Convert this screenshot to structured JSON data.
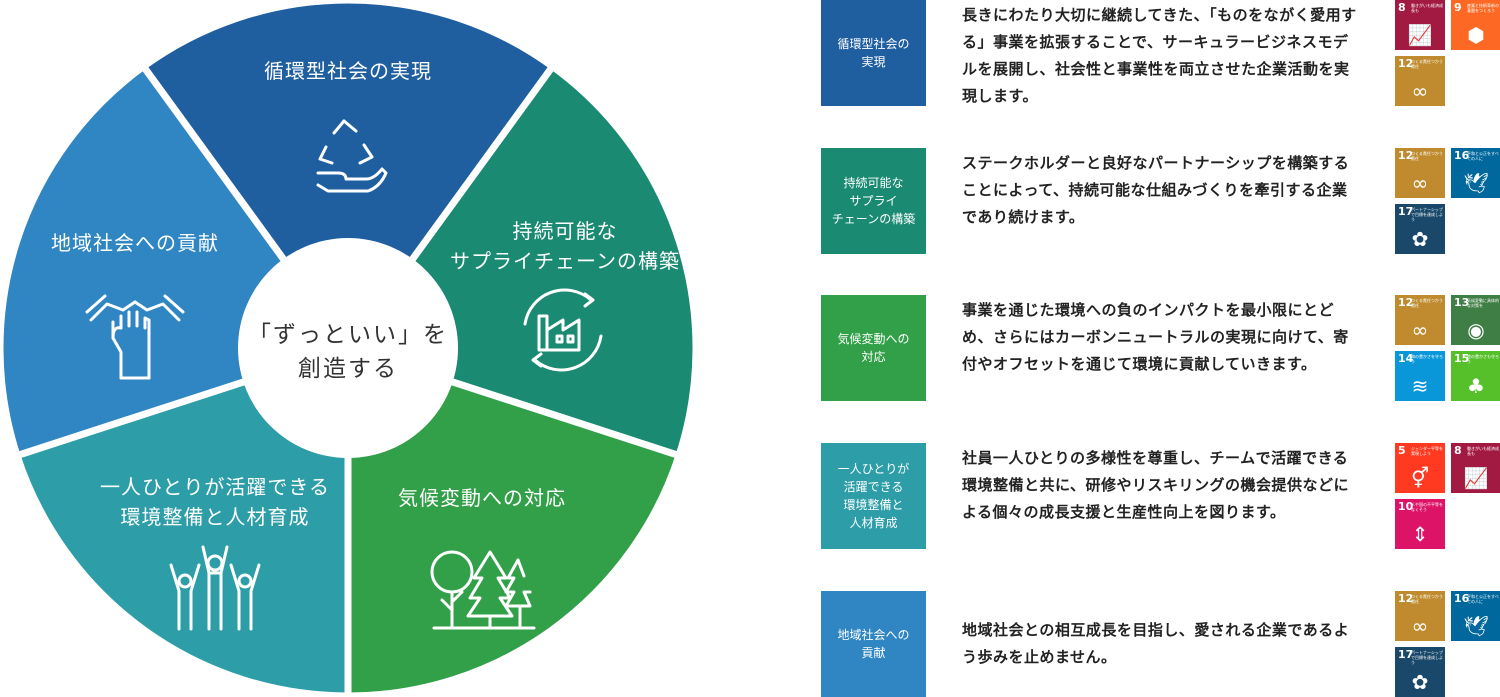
{
  "wheel": {
    "center": [
      "「ずっといい」を",
      "創造する"
    ],
    "segments": [
      {
        "lines": [
          "循環型社会の実現"
        ],
        "color": "#1f5fa0",
        "icon": "recycle-hand-icon"
      },
      {
        "lines": [
          "持続可能な",
          "サプライチェーンの構築"
        ],
        "color": "#1a8a72",
        "icon": "factory-cycle-icon"
      },
      {
        "lines": [
          "気候変動への対応"
        ],
        "color": "#31a048",
        "icon": "trees-icon"
      },
      {
        "lines": [
          "一人ひとりが活躍できる",
          "環境整備と人材育成"
        ],
        "color": "#2d9ea8",
        "icon": "people-cheering-icon"
      },
      {
        "lines": [
          "地域社会への貢献"
        ],
        "color": "#2f86c3",
        "icon": "joined-hands-icon"
      }
    ]
  },
  "rows": [
    {
      "tag": "循環型社会の\n実現",
      "color": "#1f5fa0",
      "desc": "長きにわたり大切に継続してきた、「ものをながく愛用する」事業を拡張することで、サーキュラービジネスモデルを展開し、社会性と事業性を両立させた企業活動を実現します。",
      "sdgs": [
        {
          "num": "8",
          "text": "働きがいも経済成長も",
          "color": "#a21942",
          "icon": "growth-chart-icon"
        },
        {
          "num": "9",
          "text": "産業と技術革新の基盤をつくろう",
          "color": "#fd6925",
          "icon": "cubes-icon"
        },
        {
          "num": "12",
          "text": "つくる責任つかう責任",
          "color": "#bf8b2e",
          "icon": "infinity-icon"
        }
      ]
    },
    {
      "tag": "持続可能な\nサプライ\nチェーンの構築",
      "color": "#1a8a72",
      "desc": "ステークホルダーと良好なパートナーシップを構築することによって、持続可能な仕組みづくりを牽引する企業であり続けます。",
      "sdgs": [
        {
          "num": "12",
          "text": "つくる責任つかう責任",
          "color": "#bf8b2e",
          "icon": "infinity-icon"
        },
        {
          "num": "16",
          "text": "平和と公正をすべての人に",
          "color": "#00689d",
          "icon": "dove-icon"
        },
        {
          "num": "17",
          "text": "パートナーシップで目標を達成しよう",
          "color": "#19486a",
          "icon": "flower-icon"
        }
      ]
    },
    {
      "tag": "気候変動への\n対応",
      "color": "#31a048",
      "desc": "事業を通じた環境への負のインパクトを最小限にとどめ、さらにはカーボンニュートラルの実現に向けて、寄付やオフセットを通じて環境に貢献していきます。",
      "sdgs": [
        {
          "num": "12",
          "text": "つくる責任つかう責任",
          "color": "#bf8b2e",
          "icon": "infinity-icon"
        },
        {
          "num": "13",
          "text": "気候変動に具体的な対策を",
          "color": "#3f7e44",
          "icon": "eye-icon"
        },
        {
          "num": "14",
          "text": "海の豊かさを守ろう",
          "color": "#0a97d9",
          "icon": "fish-icon"
        },
        {
          "num": "15",
          "text": "陸の豊かさも守ろう",
          "color": "#56c02b",
          "icon": "tree-bird-icon"
        }
      ]
    },
    {
      "tag": "一人ひとりが\n活躍できる\n環境整備と\n人材育成",
      "color": "#2d9ea8",
      "desc": "社員一人ひとりの多様性を尊重し、チームで活躍できる環境整備と共に、研修やリスキリングの機会提供などによる個々の成長支援と生産性向上を図ります。",
      "sdgs": [
        {
          "num": "5",
          "text": "ジェンダー平等を実現しよう",
          "color": "#ff3a21",
          "icon": "gender-icon"
        },
        {
          "num": "8",
          "text": "働きがいも経済成長も",
          "color": "#a21942",
          "icon": "growth-chart-icon"
        },
        {
          "num": "10",
          "text": "人や国の不平等をなくそう",
          "color": "#dd1367",
          "icon": "equality-icon"
        }
      ]
    },
    {
      "tag": "地域社会への\n貢献",
      "color": "#2f86c3",
      "desc": "地域社会との相互成長を目指し、愛される企業であるよう歩みを止めません。",
      "sdgs": [
        {
          "num": "12",
          "text": "つくる責任つかう責任",
          "color": "#bf8b2e",
          "icon": "infinity-icon"
        },
        {
          "num": "16",
          "text": "平和と公正をすべての人に",
          "color": "#00689d",
          "icon": "dove-icon"
        },
        {
          "num": "17",
          "text": "パートナーシップで目標を達成しよう",
          "color": "#19486a",
          "icon": "flower-icon"
        }
      ]
    }
  ]
}
